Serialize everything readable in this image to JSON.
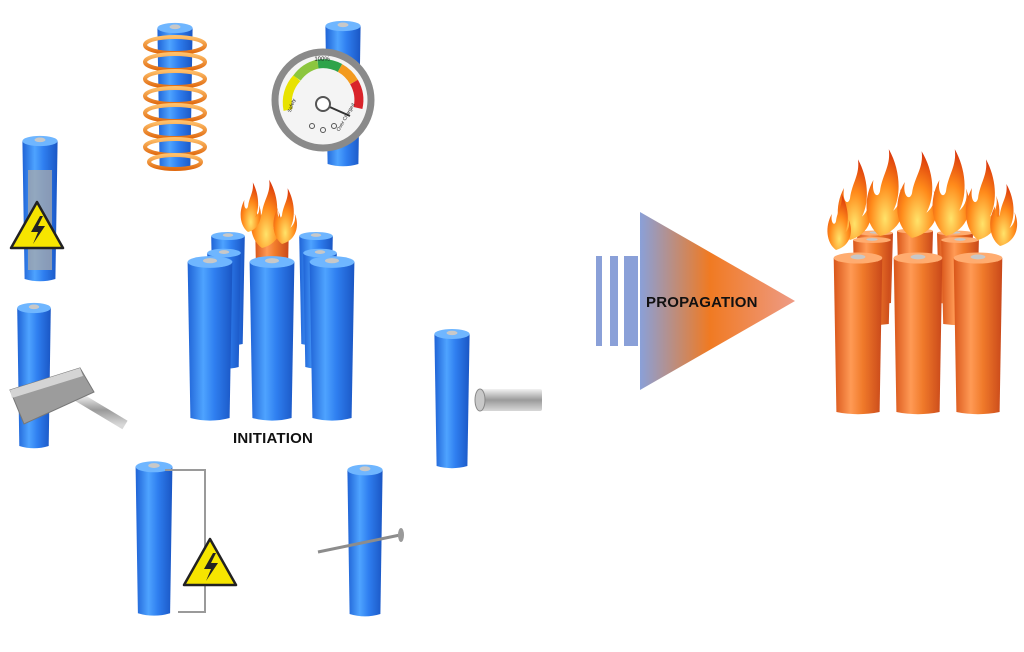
{
  "labels": {
    "initiation": "INITIATION",
    "propagation": "PROPAGATION"
  },
  "gauge": {
    "top_label": "100%",
    "left_label": "Safety",
    "right_label": "Over Charged"
  },
  "colors": {
    "cell_blue": "#2f7ff0",
    "cell_orange": "#f07a2a",
    "arrow_start": "#8aa0d8",
    "arrow_end": "#f07a22",
    "warning_yellow": "#f6e500",
    "heater_coil": "#f0962a"
  },
  "icons": {
    "heating": "heater-coil-icon",
    "overcharge": "charge-gauge-icon",
    "internal_short": "high-voltage-warning-icon",
    "crush": "crush-press-icon",
    "external_short": "high-voltage-warning-icon",
    "penetration": "nail-icon",
    "impact": "impactor-rod-icon",
    "fire": "flame-icon"
  }
}
